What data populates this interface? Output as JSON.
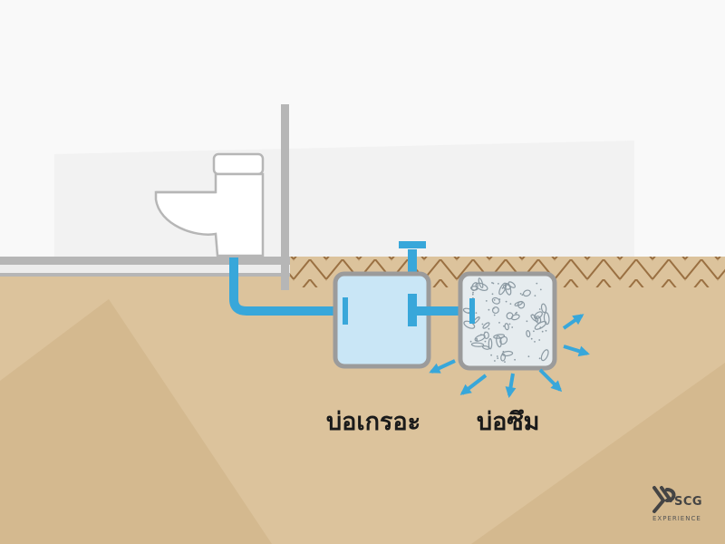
{
  "labels": {
    "septic_tank": "บ่อเกรอะ",
    "seepage_pit": "บ่อซึม"
  },
  "logo": {
    "brand": "SCG",
    "subtitle": "EXPERIENCE"
  },
  "colors": {
    "background": "#f9f9f9",
    "ground": "#dcc39c",
    "ground_shadow": "#d2b68c",
    "topsoil_hatch": "#9a7042",
    "wall": "#b6b6b6",
    "pipe": "#38a7da",
    "septic_fill": "#c9e6f6",
    "tank_border": "#9b9b9b",
    "gravel_fill": "#e6ecef",
    "arrow": "#38a7da",
    "text": "#1a1a1a"
  },
  "icons": {
    "toilet": "toilet-icon",
    "logo": "scg-experience-logo"
  }
}
